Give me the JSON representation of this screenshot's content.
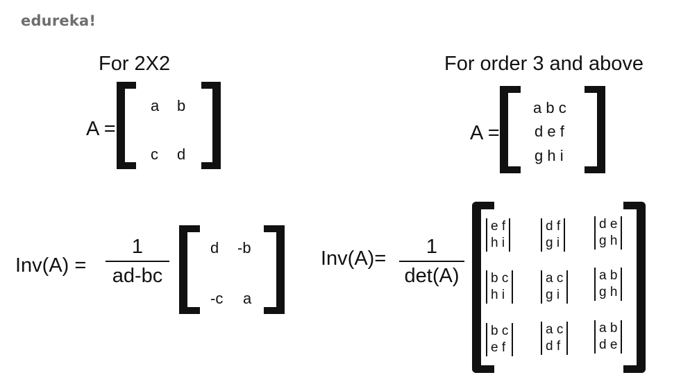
{
  "logo": "edureka!",
  "left": {
    "heading": "For 2X2",
    "a_label": "A =",
    "matrix": [
      "a",
      "b",
      "c",
      "d"
    ],
    "inv_label": "Inv(A) =",
    "fraction": {
      "numerator": "1",
      "denominator": "ad-bc"
    },
    "adjugate": [
      "d",
      "-b",
      "-c",
      "a"
    ]
  },
  "right": {
    "heading": "For order 3 and above",
    "a_label": "A =",
    "matrix_rows": [
      "a b c",
      "d e f",
      "g h i"
    ],
    "inv_label": "Inv(A)=",
    "fraction": {
      "numerator": "1",
      "denominator": "det(A)"
    },
    "minors": [
      [
        "e f",
        "h i"
      ],
      [
        "d f",
        "g i"
      ],
      [
        "d e",
        "g h"
      ],
      [
        "b c",
        "h i"
      ],
      [
        "a c",
        "g i"
      ],
      [
        "a b",
        "g h"
      ],
      [
        "b c",
        "e f"
      ],
      [
        "a c",
        "d f"
      ],
      [
        "a b",
        "d e"
      ]
    ]
  }
}
